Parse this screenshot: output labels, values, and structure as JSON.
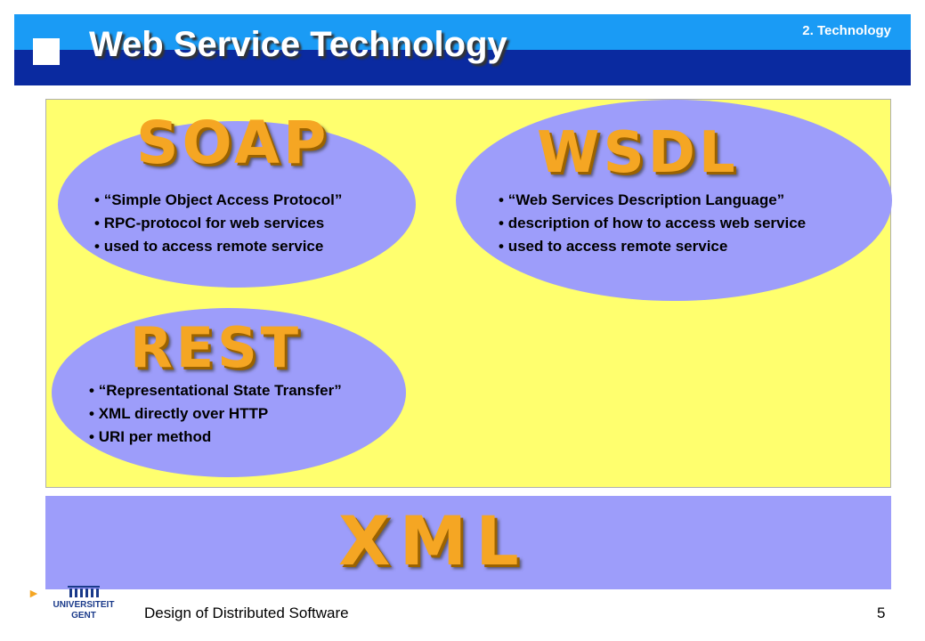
{
  "header": {
    "title": "Web Service Technology",
    "section": "2. Technology"
  },
  "soap": {
    "heading": "SOAP",
    "bullets": [
      "“Simple Object Access Protocol”",
      "RPC-protocol for web services",
      "used to access remote service"
    ]
  },
  "wsdl": {
    "heading": "WSDL",
    "bullets": [
      "“Web Services Description Language”",
      "description of how to access web service",
      "used to access remote service"
    ]
  },
  "rest": {
    "heading": "REST",
    "bullets": [
      "“Representational State Transfer”",
      "XML directly over HTTP",
      "URI per method"
    ]
  },
  "xml": {
    "heading": "XML"
  },
  "footer": {
    "text": "Design of Distributed Software",
    "page": "5",
    "logo_line1": "UNIVERSITEIT",
    "logo_line2": "GENT"
  },
  "colors": {
    "header_light": "#1a9bf5",
    "header_dark": "#0a2aa0",
    "panel": "#ffff6e",
    "ellipse": "#9d9dfa",
    "wordart": "#f5a623"
  }
}
